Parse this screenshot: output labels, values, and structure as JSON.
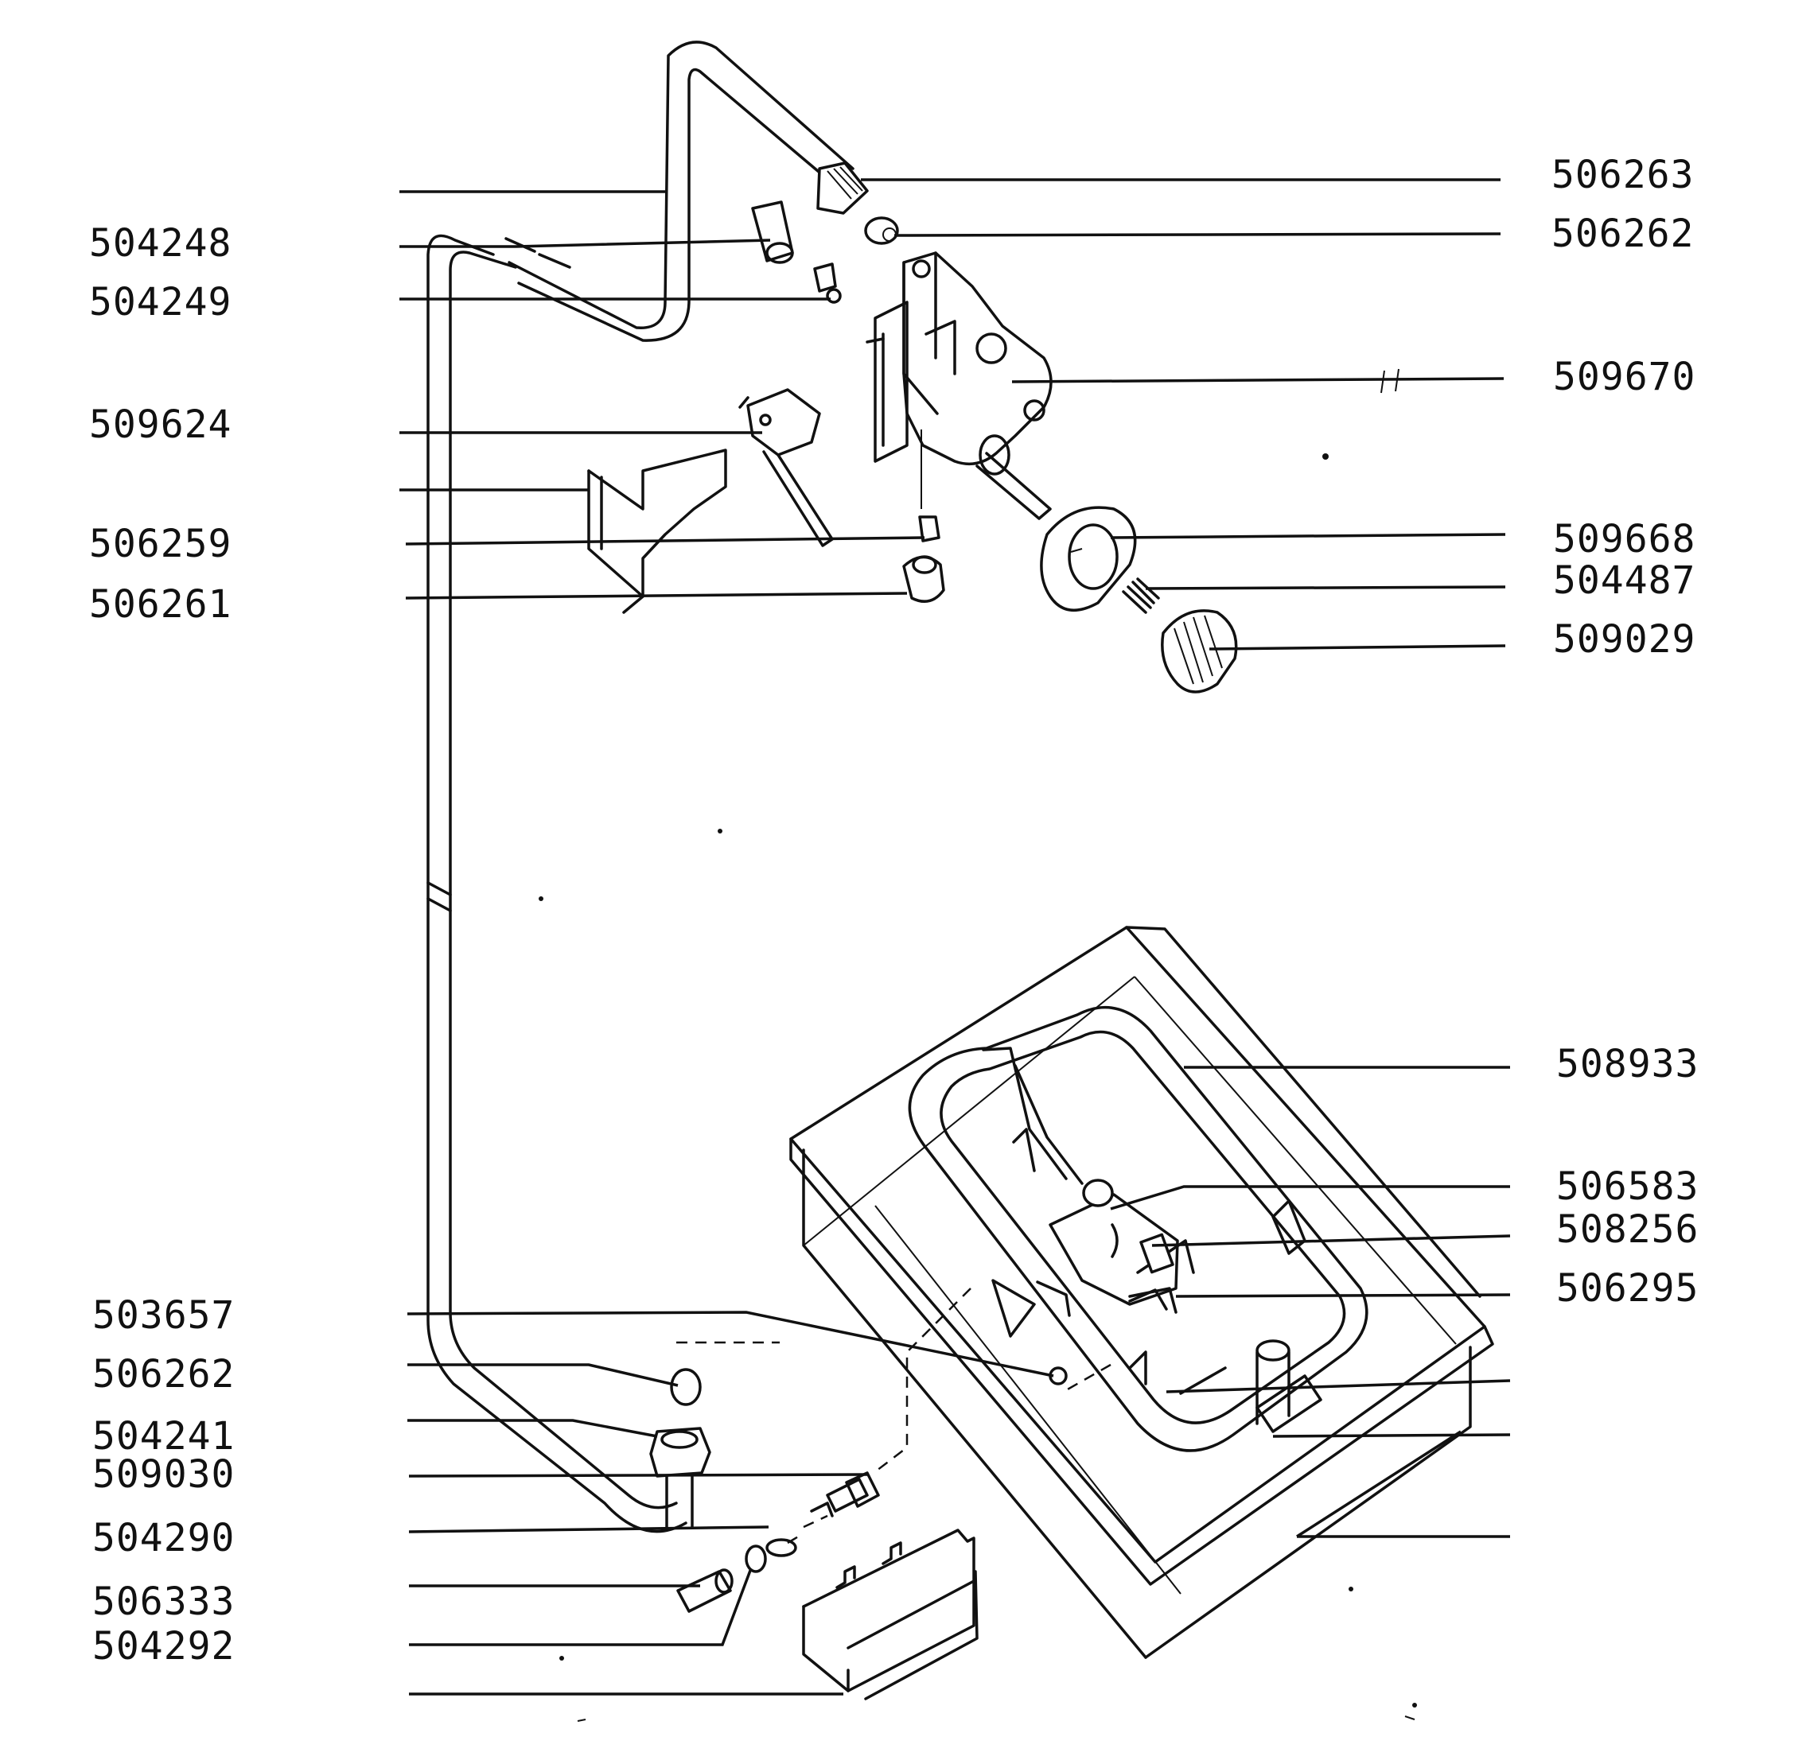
{
  "labels_left": [
    {
      "id": "504248",
      "text": "504248"
    },
    {
      "id": "504249",
      "text": "504249"
    },
    {
      "id": "509624",
      "text": "509624"
    },
    {
      "id": "506259",
      "text": "506259"
    },
    {
      "id": "506261",
      "text": "506261"
    },
    {
      "id": "503657",
      "text": "503657"
    },
    {
      "id": "506262b",
      "text": "506262"
    },
    {
      "id": "504241",
      "text": "504241"
    },
    {
      "id": "509030",
      "text": "509030"
    },
    {
      "id": "504290",
      "text": "504290"
    },
    {
      "id": "506333",
      "text": "506333"
    },
    {
      "id": "504292",
      "text": "504292"
    }
  ],
  "labels_right": [
    {
      "id": "506263",
      "text": "506263"
    },
    {
      "id": "506262a",
      "text": "506262"
    },
    {
      "id": "509670",
      "text": "509670"
    },
    {
      "id": "509668",
      "text": "509668"
    },
    {
      "id": "504487",
      "text": "504487"
    },
    {
      "id": "509029",
      "text": "509029"
    },
    {
      "id": "508933",
      "text": "508933"
    },
    {
      "id": "506583",
      "text": "506583"
    },
    {
      "id": "508256",
      "text": "508256"
    },
    {
      "id": "506295",
      "text": "506295"
    }
  ]
}
